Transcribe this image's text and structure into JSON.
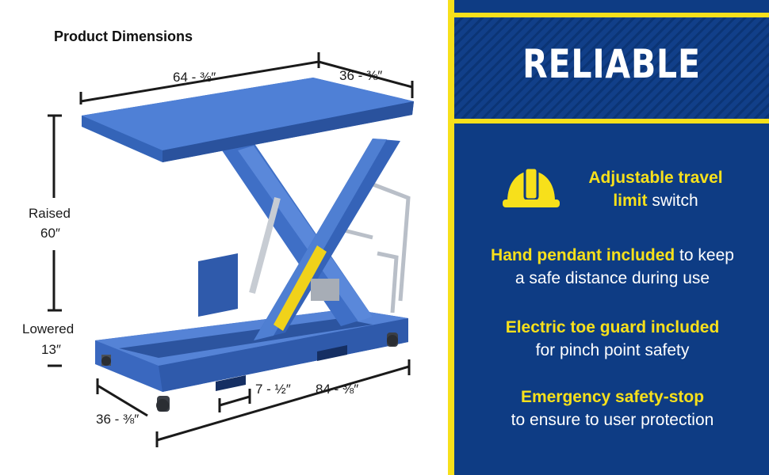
{
  "diagram": {
    "heading": "Product Dimensions",
    "platform_length": "64 - ⅜″",
    "platform_width": "36 - ⅜″",
    "raised_label": "Raised",
    "raised_value": "60″",
    "lowered_label": "Lowered",
    "lowered_value": "13″",
    "fork_width": "7 - ½″",
    "base_length": "84 - ⅜″",
    "base_width": "36 - ⅜″"
  },
  "panel": {
    "title": "RELIABLE",
    "features": [
      {
        "highlight_1": "Adjustable travel",
        "highlight_2": "limit",
        "text": " switch"
      },
      {
        "highlight": "Hand pendant included",
        "text_1": " to keep",
        "text_2": "a safe distance during use"
      },
      {
        "highlight": "Electric toe guard included",
        "text": "for pinch point safety"
      },
      {
        "highlight": "Emergency safety-stop",
        "text": "to ensure to user protection"
      }
    ]
  },
  "colors": {
    "panel_blue": "#0e3c84",
    "accent_yellow": "#f7e01b",
    "table_blue": "#3f6fc6"
  },
  "icons": [
    "hard-hat-icon"
  ]
}
